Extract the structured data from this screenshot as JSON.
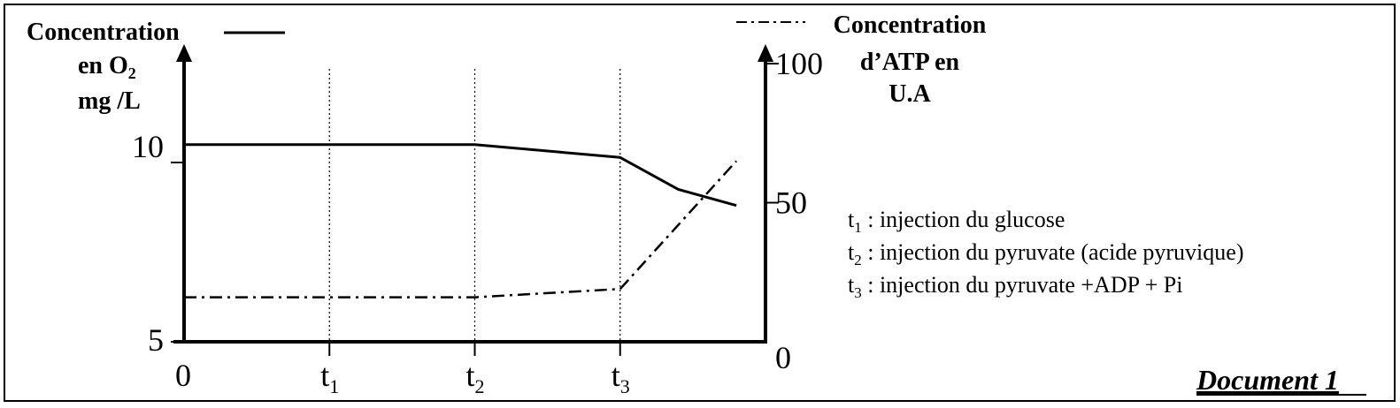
{
  "chart_data": {
    "type": "line",
    "left_axis": {
      "label_lines": [
        "Concentration",
        "en O",
        "mg /L"
      ],
      "label_subscript": "2",
      "ticks": [
        {
          "value": 10,
          "label": "10"
        },
        {
          "value": 5,
          "label": "5"
        }
      ],
      "ylim": [
        5,
        13.3
      ]
    },
    "right_axis": {
      "label_lines": [
        "Concentration",
        "d’ATP en",
        "U.A"
      ],
      "ticks": [
        {
          "value": 100,
          "label": "100"
        },
        {
          "value": 50,
          "label": "50"
        },
        {
          "value": 0,
          "label": "0"
        }
      ],
      "ylim": [
        0,
        107
      ]
    },
    "x_axis": {
      "ticks": [
        {
          "x": 0,
          "label": "0",
          "sub": ""
        },
        {
          "x": 1,
          "label": "t",
          "sub": "1"
        },
        {
          "x": 2,
          "label": "t",
          "sub": "2"
        },
        {
          "x": 3,
          "label": "t",
          "sub": "3"
        }
      ],
      "xlim": [
        0,
        4
      ]
    },
    "series": [
      {
        "key": "o2",
        "axis": "left",
        "style": "solid",
        "legend_sample": "—",
        "points": [
          [
            0,
            10.5
          ],
          [
            2,
            10.5
          ],
          [
            3,
            10.14
          ],
          [
            3.4,
            9.25
          ],
          [
            3.8,
            8.8
          ]
        ]
      },
      {
        "key": "atp",
        "axis": "right",
        "style": "dashdot",
        "legend_sample": "-·-·",
        "points": [
          [
            0,
            16
          ],
          [
            2,
            16
          ],
          [
            3,
            19
          ],
          [
            3.8,
            65
          ]
        ]
      }
    ],
    "annotations": [
      {
        "sym": "t",
        "sub": "1",
        "text": " : injection du glucose"
      },
      {
        "sym": "t",
        "sub": "2",
        "text": " : injection du pyruvate (acide pyruvique)"
      },
      {
        "sym": "t",
        "sub": "3",
        "text": " : injection du pyruvate +ADP + Pi"
      }
    ],
    "caption": "Document 1"
  }
}
